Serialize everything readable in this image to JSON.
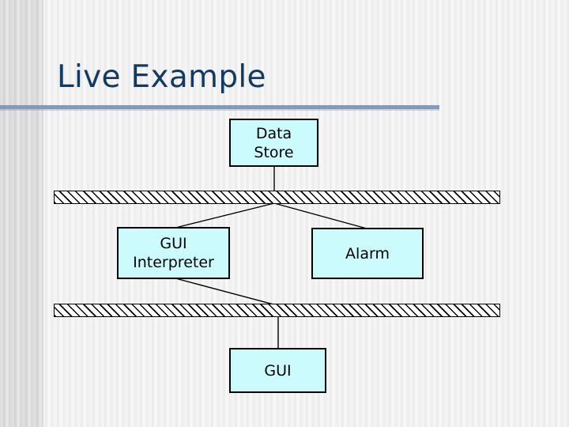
{
  "slide": {
    "title": "Live Example",
    "accent_color": "#7e9bc0",
    "title_color": "#123a63",
    "background_color": "#f4f4f4"
  },
  "diagram": {
    "type": "component-bus-diagram",
    "node_fill_color": "#cbfbfd",
    "node_border_color": "#000000",
    "nodes": [
      {
        "id": "data-store",
        "label": "Data\nStore",
        "line1": "Data",
        "line2": "Store"
      },
      {
        "id": "gui-interpreter",
        "label": "GUI\nInterpreter",
        "line1": "GUI",
        "line2": "Interpreter"
      },
      {
        "id": "alarm",
        "label": "Alarm",
        "line1": "Alarm",
        "line2": ""
      },
      {
        "id": "gui",
        "label": "GUI",
        "line1": "GUI",
        "line2": ""
      }
    ],
    "buses": [
      {
        "id": "bus-top",
        "name": "upper-software-bus"
      },
      {
        "id": "bus-bottom",
        "name": "lower-software-bus"
      }
    ],
    "connections": [
      {
        "from": "data-store",
        "to": "bus-top"
      },
      {
        "from": "bus-top",
        "to": "gui-interpreter"
      },
      {
        "from": "bus-top",
        "to": "alarm"
      },
      {
        "from": "gui-interpreter",
        "to": "bus-bottom"
      },
      {
        "from": "bus-bottom",
        "to": "gui"
      }
    ]
  }
}
